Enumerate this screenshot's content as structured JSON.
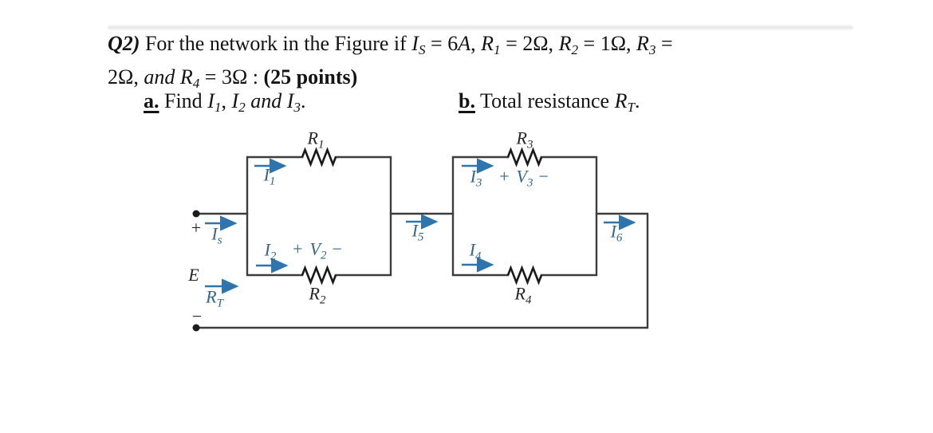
{
  "problem": {
    "line1_segments": [
      {
        "t": "Q2)",
        "s": "bi"
      },
      {
        "t": " For the network in the Figure if ",
        "s": "r"
      },
      {
        "t": "I",
        "s": "i"
      },
      {
        "t": "S",
        "s": "sub"
      },
      {
        "t": " = 6",
        "s": "r"
      },
      {
        "t": "A",
        "s": "i"
      },
      {
        "t": ", ",
        "s": "r"
      },
      {
        "t": "R",
        "s": "i"
      },
      {
        "t": "1",
        "s": "sub"
      },
      {
        "t": " = 2Ω, ",
        "s": "r"
      },
      {
        "t": "R",
        "s": "i"
      },
      {
        "t": "2",
        "s": "sub"
      },
      {
        "t": " = 1Ω, ",
        "s": "r"
      },
      {
        "t": "R",
        "s": "i"
      },
      {
        "t": "3",
        "s": "sub"
      },
      {
        "t": " =",
        "s": "r"
      }
    ],
    "line2_segments": [
      {
        "t": "2Ω, ",
        "s": "r"
      },
      {
        "t": "and ",
        "s": "i"
      },
      {
        "t": "R",
        "s": "i"
      },
      {
        "t": "4",
        "s": "sub"
      },
      {
        "t": " = 3Ω : ",
        "s": "r"
      },
      {
        "t": "(25 points)",
        "s": "b"
      }
    ],
    "part_a_segments": [
      {
        "t": "a.",
        "s": "bu"
      },
      {
        "t": " Find ",
        "s": "r"
      },
      {
        "t": "I",
        "s": "i"
      },
      {
        "t": "1",
        "s": "sub"
      },
      {
        "t": ", ",
        "s": "r"
      },
      {
        "t": "I",
        "s": "i"
      },
      {
        "t": "2",
        "s": "sub"
      },
      {
        "t": " and ",
        "s": "i"
      },
      {
        "t": "I",
        "s": "i"
      },
      {
        "t": "3",
        "s": "sub"
      },
      {
        "t": ".",
        "s": "r"
      }
    ],
    "part_b_segments": [
      {
        "t": "b.",
        "s": "bu"
      },
      {
        "t": " Total resistance ",
        "s": "r"
      },
      {
        "t": "R",
        "s": "i"
      },
      {
        "t": "T",
        "s": "sub"
      },
      {
        "t": ".",
        "s": "r"
      }
    ]
  },
  "circuit": {
    "colors": {
      "wire": "#3d3d3d",
      "resistor": "#1a1a1a",
      "arrow": "#2e75ad",
      "label_blue": "#33658f",
      "label_dark": "#262626"
    },
    "labels": {
      "r1": {
        "base": "R",
        "sub": "1"
      },
      "r2": {
        "base": "R",
        "sub": "2"
      },
      "r3": {
        "base": "R",
        "sub": "3"
      },
      "r4": {
        "base": "R",
        "sub": "4"
      },
      "i1": {
        "base": "I",
        "sub": "1"
      },
      "i2": {
        "base": "I",
        "sub": "2"
      },
      "i3": {
        "base": "I",
        "sub": "3"
      },
      "i4": {
        "base": "I",
        "sub": "4"
      },
      "i5": {
        "base": "I",
        "sub": "5"
      },
      "i6": {
        "base": "I",
        "sub": "6"
      },
      "is": {
        "base": "I",
        "sub": "s"
      },
      "rt": {
        "base": "R",
        "sub": "T"
      },
      "v2": {
        "plus": "+",
        "base": "V",
        "sub": "2",
        "minus": "−"
      },
      "v3": {
        "plus": "+",
        "base": "V",
        "sub": "3",
        "minus": "−"
      },
      "e": "E",
      "plus_terminal": "+",
      "minus_terminal": "−"
    }
  }
}
